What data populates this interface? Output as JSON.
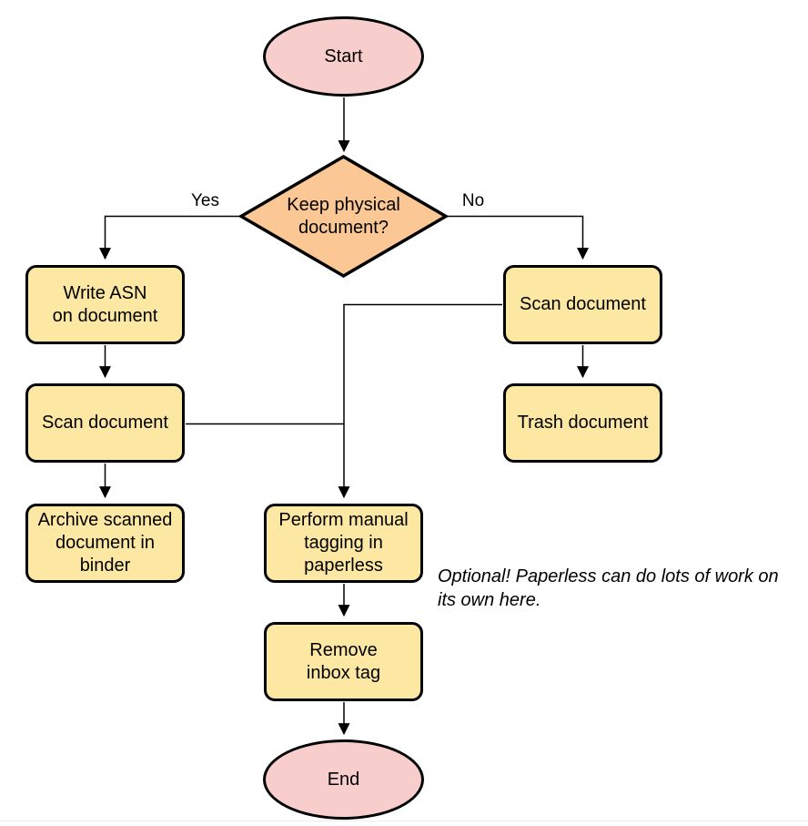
{
  "diagram": {
    "nodes": {
      "start": {
        "label": "Start"
      },
      "decision": {
        "label": "Keep physical\ndocument?"
      },
      "write_asn": {
        "label": "Write ASN\non document"
      },
      "scan_left": {
        "label": "Scan document"
      },
      "archive": {
        "label": "Archive scanned\ndocument in\nbinder"
      },
      "scan_right": {
        "label": "Scan document"
      },
      "trash": {
        "label": "Trash document"
      },
      "tagging": {
        "label": "Perform manual\ntagging in\npaperless"
      },
      "remove_inbox": {
        "label": "Remove\ninbox tag"
      },
      "end": {
        "label": "End"
      }
    },
    "edge_labels": {
      "yes": "Yes",
      "no": "No"
    },
    "annotation": "Optional! Paperless can do lots of work on\nits own here.",
    "colors": {
      "terminal_fill": "#f8cecc",
      "decision_fill": "#fbc794",
      "process_fill": "#fce8a3",
      "stroke": "#000000",
      "text": "#000000"
    }
  }
}
